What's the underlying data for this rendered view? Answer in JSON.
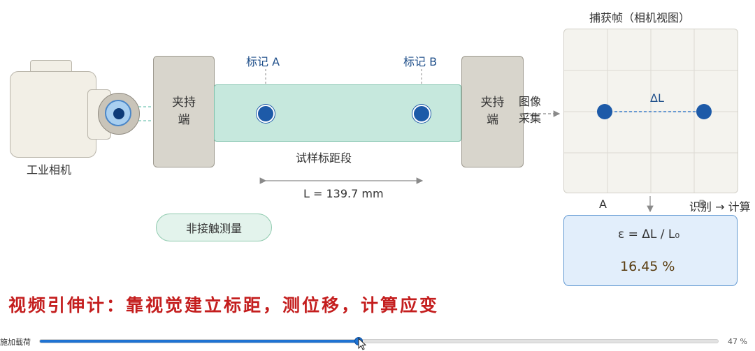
{
  "camera": {
    "label": "工业相机"
  },
  "grip_left": {
    "line1": "夹持",
    "line2": "端"
  },
  "grip_right": {
    "line1": "夹持",
    "line2": "端"
  },
  "markers": {
    "a_label": "标记 A",
    "b_label": "标记 B"
  },
  "specimen": {
    "section_label": "试样标距段",
    "gauge_length": "L = 139.7 mm"
  },
  "contactless_badge": "非接触测量",
  "acquisition": {
    "line1": "图像",
    "line2": "采集"
  },
  "camera_view": {
    "title": "捕获帧（相机视图）",
    "delta_label": "ΔL",
    "point_a_label": "A",
    "recognize_label": "识别 → 计算",
    "point_b_label": "B"
  },
  "result": {
    "formula": "ε = ΔL / L₀",
    "strain_value": "16.45 %"
  },
  "caption": "视频引伸计：靠视觉建立标距，测位移，计算应变",
  "progress": {
    "label": "施加载荷",
    "percent_text": "47 %",
    "fraction": 0.47
  },
  "colors": {
    "marker": "#1d5aa8",
    "specimen": "#c6e8dd",
    "caption": "#c41e1e",
    "progress": "#1f73d2"
  },
  "icons": [
    "camera-lens-icon",
    "mouse-cursor-icon"
  ]
}
